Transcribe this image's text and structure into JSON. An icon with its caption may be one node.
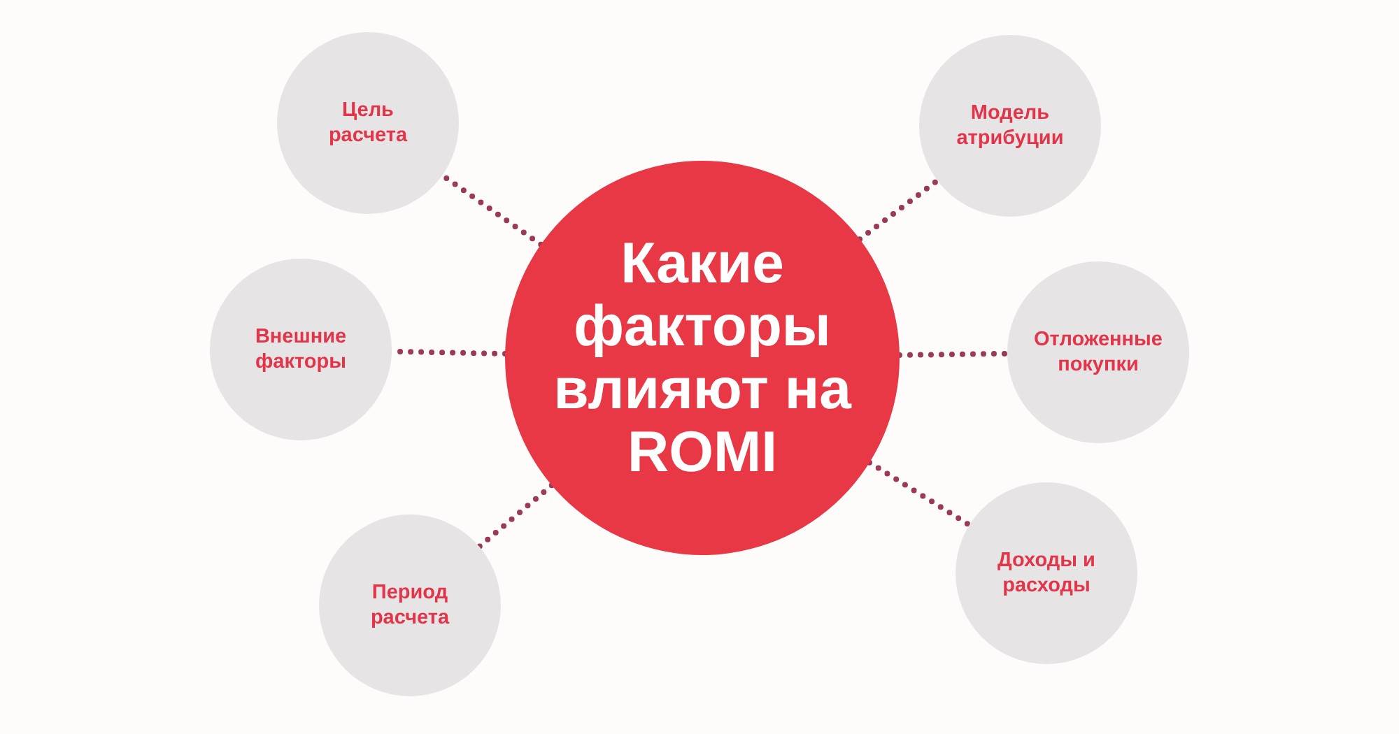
{
  "diagram": {
    "nodes": [
      {
        "text": [
          "Какие факторы влияют на ROMI"
        ]
      },
      {
        "text": [
          "Цель расчета"
        ]
      },
      {
        "text": [
          "Модель атрибуции"
        ]
      },
      {
        "text": [
          "Внешние факторы"
        ]
      },
      {
        "text": [
          "Отложенные покупки"
        ]
      },
      {
        "text": [
          "Период расчета"
        ]
      },
      {
        "text": [
          "Доходы и расходы"
        ]
      }
    ],
    "edges": [
      {
        "from": 0,
        "to": 1,
        "arrow": "none"
      },
      {
        "from": 0,
        "to": 2,
        "arrow": "none"
      },
      {
        "from": 0,
        "to": 3,
        "arrow": "none"
      },
      {
        "from": 0,
        "to": 4,
        "arrow": "none"
      },
      {
        "from": 0,
        "to": 5,
        "arrow": "none"
      },
      {
        "from": 0,
        "to": 6,
        "arrow": "none"
      }
    ]
  }
}
